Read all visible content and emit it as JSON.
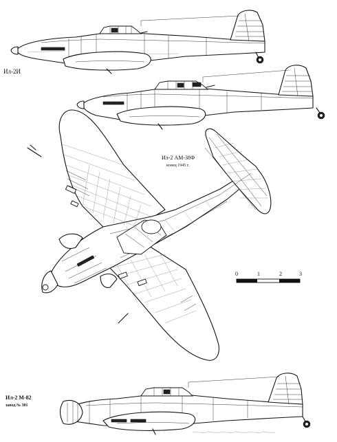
{
  "labels": {
    "top_side_view": "Ил-2И",
    "plan_view_title": "Ил-2 АМ-38Ф",
    "plan_view_subtitle": "конец 1945 г.",
    "bottom_side_view_title": "Ил-2 М-82",
    "bottom_side_view_subtitle": "завод № 381"
  },
  "scale_bar": {
    "ticks": [
      "0",
      "1",
      "2",
      "3"
    ]
  },
  "colors": {
    "ink": "#111111",
    "paper": "#ffffff"
  }
}
